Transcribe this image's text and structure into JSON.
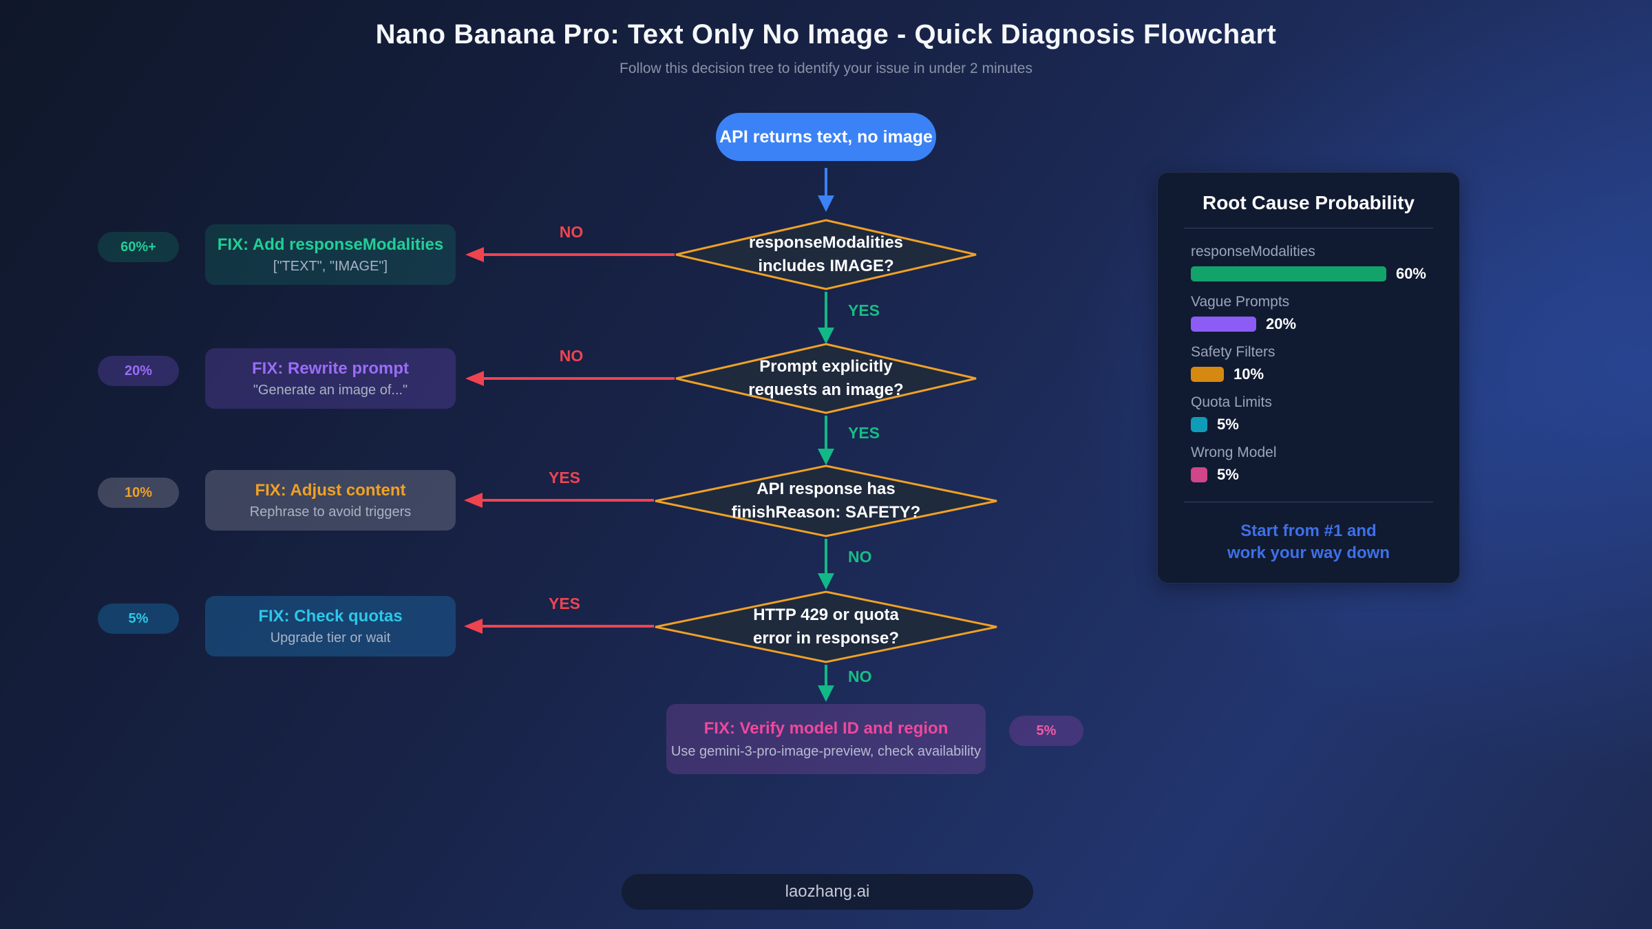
{
  "header": {
    "title": "Nano Banana Pro: Text Only No Image - Quick Diagnosis Flowchart",
    "subtitle": "Follow this decision tree to identify your issue in under 2 minutes"
  },
  "flow": {
    "start_label": "API returns text, no image",
    "rows": [
      {
        "question": "responseModalities\nincludes IMAGE?",
        "branch_label": "NO",
        "down_label": "YES",
        "fix_title": "FIX: Add responseModalities",
        "fix_subtitle": "[\"TEXT\", \"IMAGE\"]",
        "badge": "60%+"
      },
      {
        "question": "Prompt explicitly\nrequests an image?",
        "branch_label": "NO",
        "down_label": "YES",
        "fix_title": "FIX: Rewrite prompt",
        "fix_subtitle": "\"Generate an image of...\"",
        "badge": "20%"
      },
      {
        "question": "API response has\nfinishReason: SAFETY?",
        "branch_label": "YES",
        "down_label": "NO",
        "fix_title": "FIX: Adjust content",
        "fix_subtitle": "Rephrase to avoid triggers",
        "badge": "10%"
      },
      {
        "question": "HTTP 429 or quota\nerror in response?",
        "branch_label": "YES",
        "down_label": "NO",
        "fix_title": "FIX: Check quotas",
        "fix_subtitle": "Upgrade tier or wait",
        "badge": "5%"
      }
    ],
    "final": {
      "title": "FIX: Verify model ID and region",
      "subtitle": "Use gemini-3-pro-image-preview, check availability",
      "badge": "5%"
    }
  },
  "panel": {
    "title": "Root Cause Probability",
    "note": "Start from #1 and\nwork your way down"
  },
  "chart_data": {
    "type": "bar",
    "title": "Root Cause Probability",
    "categories": [
      "responseModalities",
      "Vague Prompts",
      "Safety Filters",
      "Quota Limits",
      "Wrong Model"
    ],
    "values": [
      60,
      20,
      10,
      5,
      5
    ],
    "value_labels": [
      "60%",
      "20%",
      "10%",
      "5%",
      "5%"
    ],
    "colors": [
      "#12a36b",
      "#8b5cf6",
      "#d68910",
      "#0e9cb8",
      "#d14589"
    ],
    "orientation": "horizontal",
    "xlim": [
      0,
      100
    ]
  },
  "colors": {
    "start_node": "#3b82f6",
    "diamond_border": "#f0a125",
    "diamond_fill": "#1f2a3d",
    "arrow_no_yes_red": "#ef4450",
    "arrow_yes_no_green": "#12b886",
    "note_blue": "#3e70e8"
  },
  "footer": {
    "label": "laozhang.ai"
  }
}
